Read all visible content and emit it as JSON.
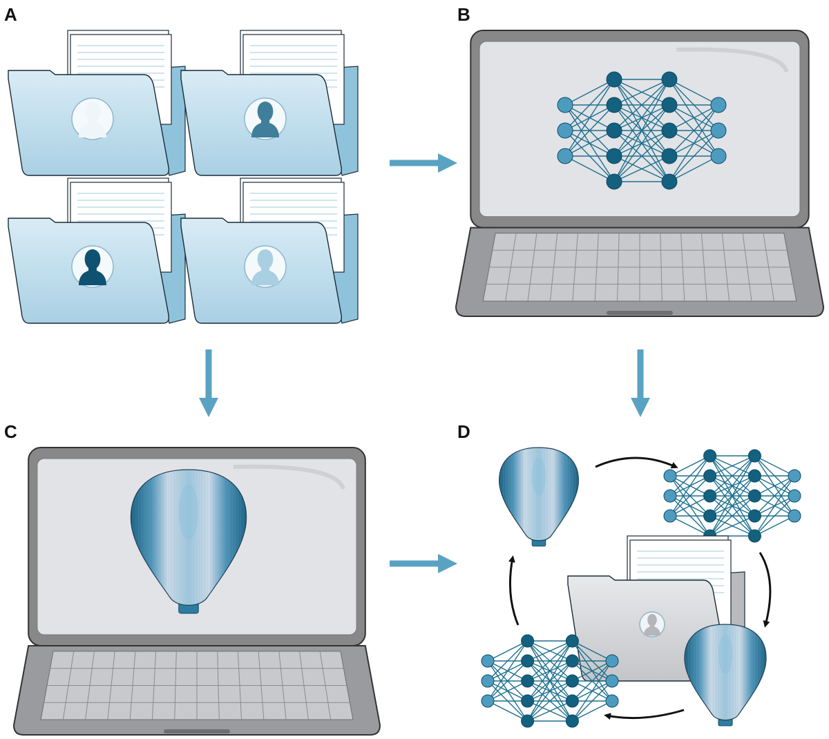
{
  "panels": {
    "a": {
      "label": "A"
    },
    "b": {
      "label": "B"
    },
    "c": {
      "label": "C"
    },
    "d": {
      "label": "D"
    }
  },
  "colors": {
    "folder_fill": "#c5e0ee",
    "folder_stroke": "#1a2a36",
    "arrow": "#5aa2c2",
    "node_dark": "#13607f",
    "node_light": "#4d9cc0",
    "edge": "#1c6f8e",
    "laptop_body": "#888888",
    "laptop_screen": "#e2e3e6",
    "keyboard": "#c8c9cc",
    "gray_folder": "#d8d9dc",
    "cycle_arrow": "#111111",
    "model_light": "#dfe9f1",
    "model_dark": "#1d6384"
  },
  "icons": {
    "folder": "folder-with-document-icon",
    "person": "person-silhouette-icon",
    "network": "neural-network-icon",
    "laptop": "laptop-icon",
    "model": "3d-bulb-model-icon",
    "arrow": "flow-arrow-icon",
    "cycle": "cycle-arrow-icon"
  },
  "person_shades": [
    "#eef6fa",
    "#3f7f9c",
    "#0f5170",
    "#a9cfe2"
  ]
}
